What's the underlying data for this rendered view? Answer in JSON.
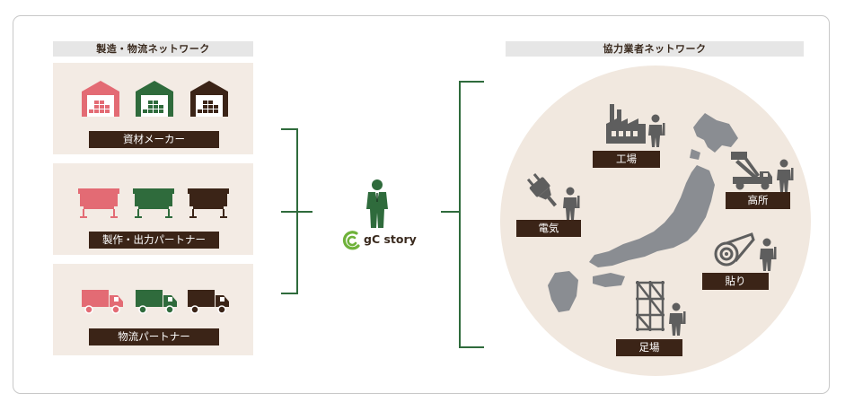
{
  "left_section": {
    "title": "製造・物流ネットワーク",
    "panels": [
      {
        "label": "資材メーカー",
        "icon": "warehouse-icon"
      },
      {
        "label": "製作・出力パートナー",
        "icon": "printer-icon"
      },
      {
        "label": "物流パートナー",
        "icon": "truck-icon"
      }
    ]
  },
  "center": {
    "logo_text": "gC story",
    "icon": "person-icon"
  },
  "right_section": {
    "title": "協力業者ネットワーク",
    "partners": [
      {
        "label": "工場",
        "icon": "factory-icon"
      },
      {
        "label": "高所",
        "icon": "aerial-lift-truck-icon"
      },
      {
        "label": "電気",
        "icon": "plug-icon"
      },
      {
        "label": "貼り",
        "icon": "film-roll-icon"
      },
      {
        "label": "足場",
        "icon": "scaffold-icon"
      }
    ],
    "map_icon": "japan-map-icon"
  },
  "colors": {
    "pink": "#e36b74",
    "green": "#2f6b3c",
    "brown": "#3b2417",
    "gray": "#8a8d92",
    "panel_bg": "#f3ebe4"
  }
}
